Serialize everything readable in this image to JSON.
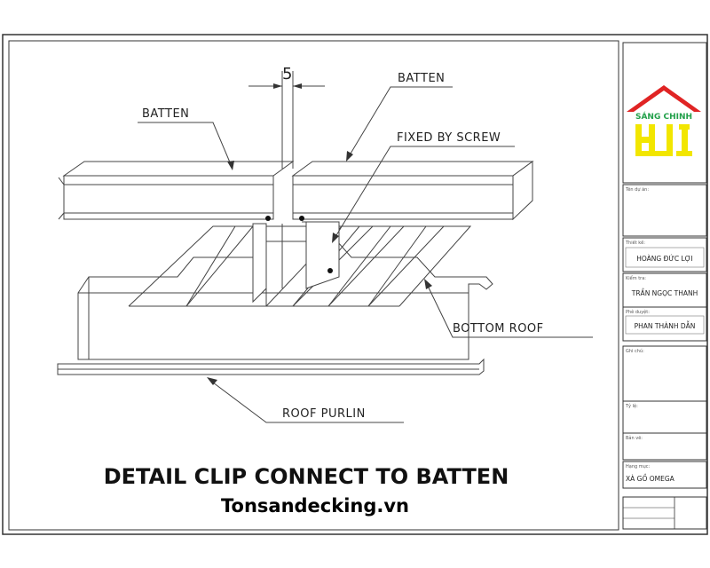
{
  "drawing": {
    "labels": {
      "dimension": "5",
      "batten_left": "BATTEN",
      "batten_right": "BATTEN",
      "fixed_by_screw": "FIXED  BY SCREW",
      "bottom_roof": "BOTTOM ROOF",
      "roof_purlin": "ROOF PURLIN"
    },
    "title": "DETAIL CLIP CONNECT TO BATTEN",
    "website": "Tonsandecking.vn"
  },
  "title_block": {
    "logo": {
      "text": "SÁNG CHINH",
      "colors": {
        "roof": "#e02424",
        "letters": "#f2e600",
        "text": "#22a04a"
      }
    },
    "fields": {
      "designer_caption": "Thiết kế:",
      "designer": "HOÀNG ĐỨC LỢI",
      "checker_caption": "Kiểm tra:",
      "checker": "TRẦN NGỌC THANH",
      "approver_caption": "Phê duyệt:",
      "approver": "PHAN THÀNH DẪN",
      "item_caption": "Hạng mục:",
      "item": "XÀ GỒ OMEGA"
    }
  }
}
